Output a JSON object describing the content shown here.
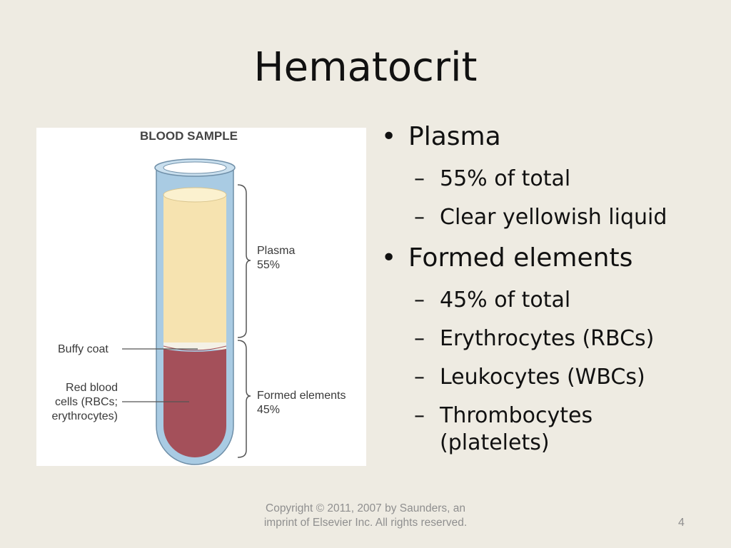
{
  "slide": {
    "title": "Hematocrit",
    "page_number": "4",
    "footer": "Copyright © 2011, 2007 by Saunders, an imprint of Elsevier Inc. All rights reserved."
  },
  "figure": {
    "title": "BLOOD SAMPLE",
    "plasma_label": [
      "Plasma",
      "55%"
    ],
    "buffy_label": "Buffy coat",
    "rbc_label": [
      "Red blood",
      "cells (RBCs;",
      "erythrocytes)"
    ],
    "formed_label": [
      "Formed elements",
      "45%"
    ],
    "colors": {
      "plasma": "#f6e3b0",
      "rbc": "#a4505a",
      "tube": "#a9cbe3",
      "buffy": "#f4f1e6"
    }
  },
  "bullets": [
    {
      "text": "Plasma",
      "subs": [
        "55% of total",
        "Clear yellowish liquid"
      ]
    },
    {
      "text": "Formed elements",
      "subs": [
        "45% of total",
        "Erythrocytes (RBCs)",
        "Leukocytes (WBCs)",
        "Thrombocytes (platelets)"
      ]
    }
  ]
}
